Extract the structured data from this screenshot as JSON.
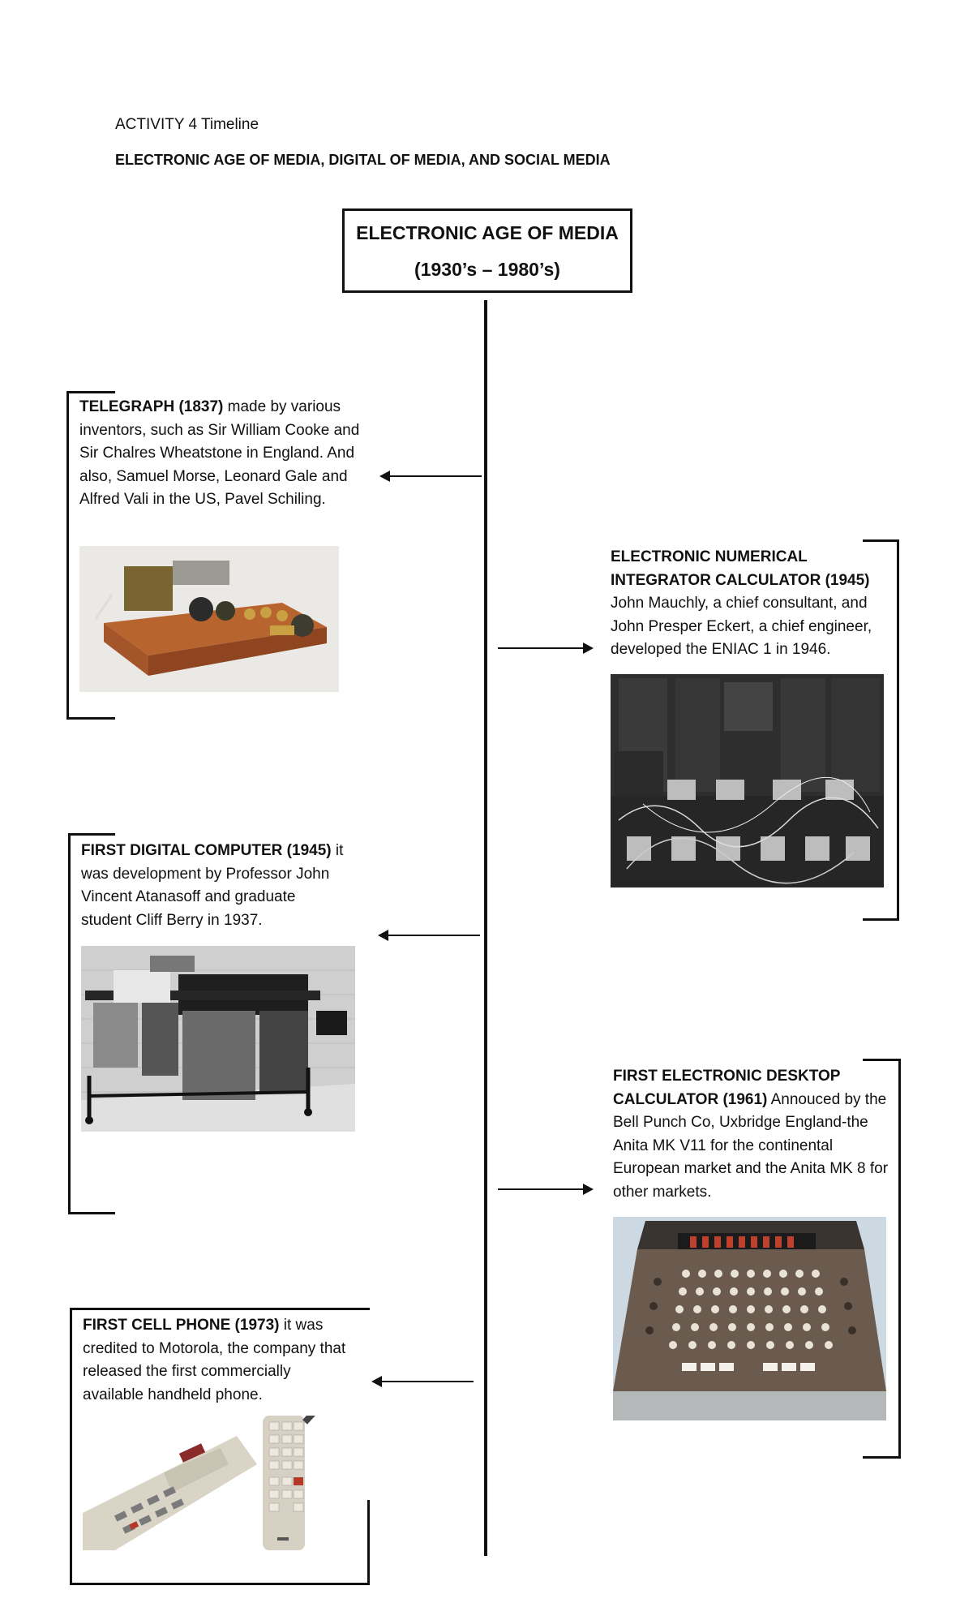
{
  "header": {
    "activity": "ACTIVITY 4 Timeline",
    "subtitle": "ELECTRONIC AGE OF MEDIA, DIGITAL OF MEDIA, AND SOCIAL MEDIA"
  },
  "era": {
    "title": "ELECTRONIC AGE OF MEDIA",
    "range": "(1930’s – 1980’s)"
  },
  "entries": [
    {
      "title": "TELEGRAPH (1837)",
      "text": " made by various inventors, such as Sir William Cooke and Sir Chalres Wheatstone in England. And also, Samuel Morse, Leonard Gale and Alfred Vali in the US, Pavel Schiling.",
      "image_icon": "telegraph-machine-photo"
    },
    {
      "title": "ELECTRONIC NUMERICAL INTEGRATOR CALCULATOR (1945)",
      "text": " John Mauchly, a chief consultant, and John Presper Eckert, a chief engineer, developed the ENIAC 1 in 1946.",
      "image_icon": "eniac-computer-photo"
    },
    {
      "title": "FIRST DIGITAL COMPUTER (1945)",
      "text": " it was development by Professor John Vincent Atanasoff and graduate student Cliff Berry in 1937.",
      "image_icon": "atanasoff-berry-computer-photo"
    },
    {
      "title": "FIRST ELECTRONIC DESKTOP CALCULATOR (1961)",
      "text": " Annouced by the Bell Punch Co, Uxbridge England-the Anita MK V11 for the continental European market and the Anita MK 8 for other markets.",
      "image_icon": "anita-calculator-photo"
    },
    {
      "title": "FIRST CELL PHONE (1973)",
      "text": " it was credited to Motorola, the company that released the first commercially available handheld phone.",
      "image_icon": "motorola-cell-phone-photo"
    }
  ],
  "colors": {
    "ink": "#111111",
    "background": "#ffffff"
  }
}
